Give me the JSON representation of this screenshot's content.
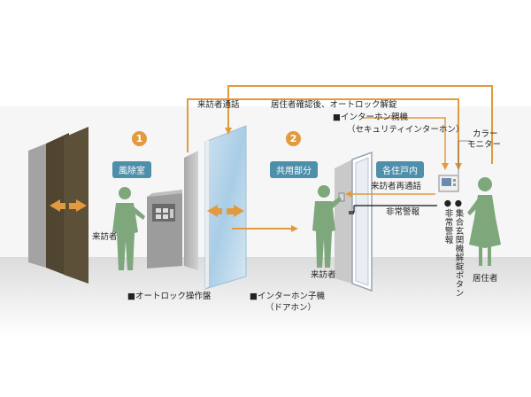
{
  "labels": {
    "visitor_call": "来訪者通話",
    "confirm_unlock": "居住者確認後、オートロック解錠",
    "master_unit": "■インターホン親機",
    "master_unit_sub": "（セキュリティインターホン）",
    "color_monitor_1": "カラー",
    "color_monitor_2": "モニター",
    "recall": "来訪者再通話",
    "emergency_alarm": "非常警報",
    "visitor_left": "来訪者",
    "visitor_right": "来訪者",
    "resident": "居住者",
    "autolock_panel": "■オートロック操作盤",
    "door_unit": "■インターホン子機",
    "door_unit_sub": "（ドアホン）",
    "vertical_emergency": "●非常警報",
    "vertical_unlock_button": "●集合玄関機解錠ボタン"
  },
  "zones": {
    "vestibule": "風除室",
    "common_area": "共用部分",
    "each_unit": "各住戸内"
  },
  "steps": {
    "one": "1",
    "two": "2"
  },
  "colors": {
    "arrow_orange": "#e39a3e",
    "zone_blue": "#4e8fab",
    "figure_green": "#7ea77c",
    "door_brown": "#4f4530",
    "glass_blue": "#b9d6ea",
    "floor_grey": "#e8e8e8"
  }
}
